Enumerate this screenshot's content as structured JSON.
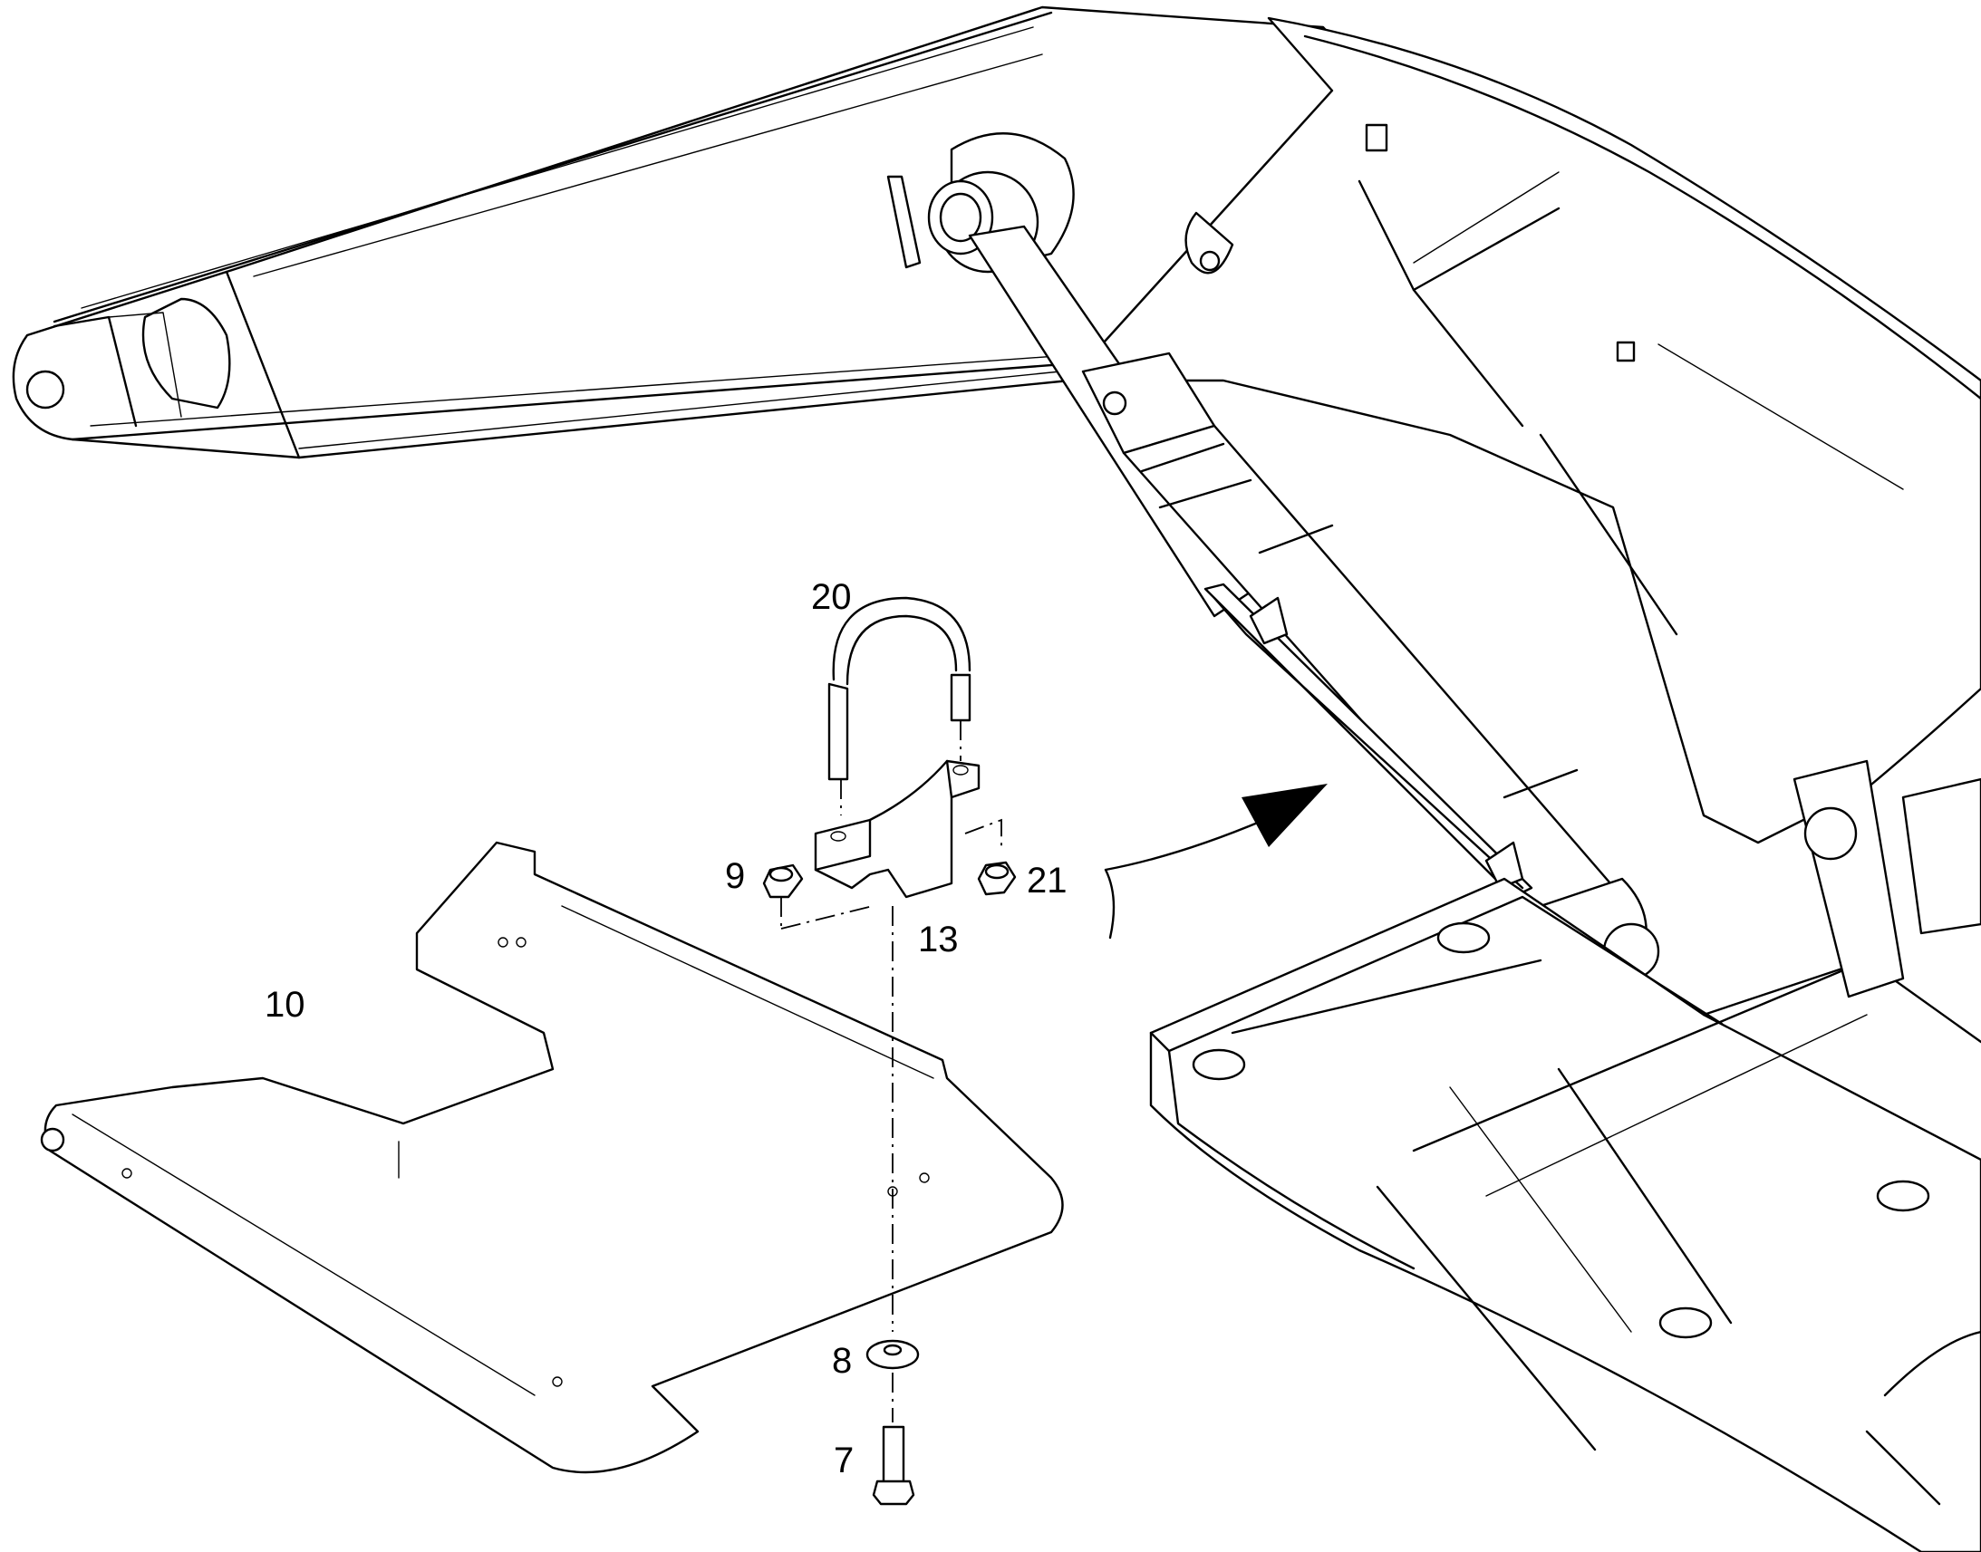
{
  "callouts": {
    "c20": "20",
    "c9": "9",
    "c21": "21",
    "c13": "13",
    "c10": "10",
    "c8": "8",
    "c7": "7"
  }
}
